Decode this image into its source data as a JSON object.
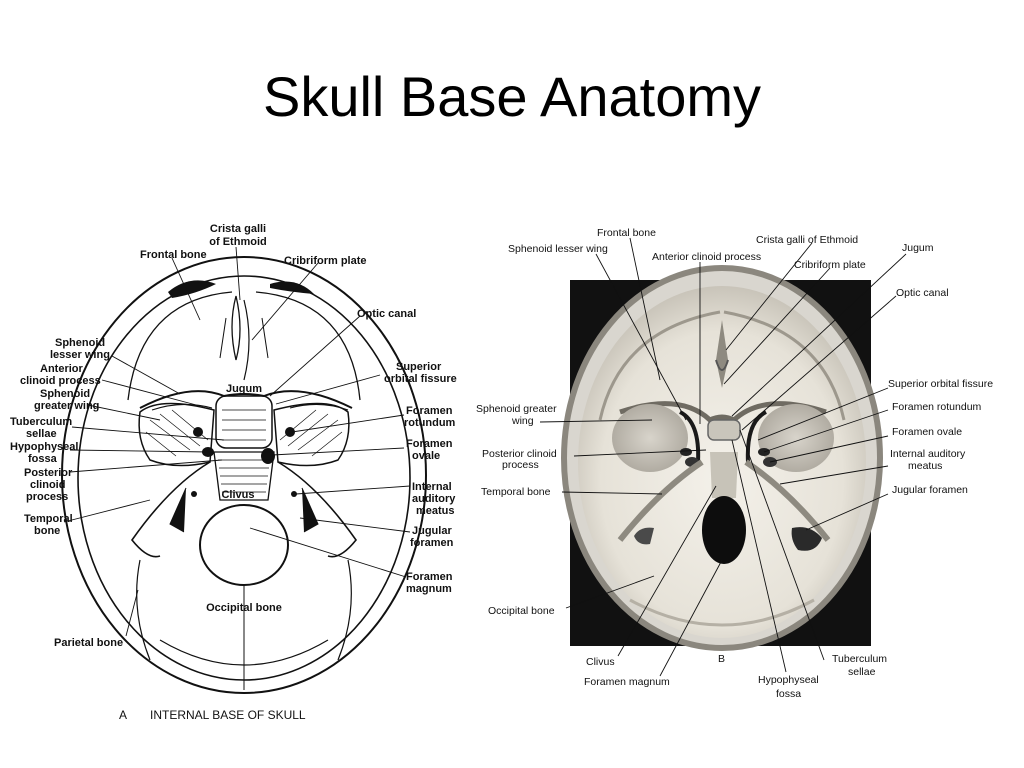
{
  "slide": {
    "title": "Skull Base Anatomy"
  },
  "figure_a": {
    "panel_letter": "A",
    "caption": "INTERNAL BASE OF SKULL",
    "labels": {
      "crista_galli_1": "Crista galli",
      "crista_galli_2": "of Ethmoid",
      "frontal_bone": "Frontal bone",
      "cribriform_plate": "Cribriform plate",
      "optic_canal": "Optic canal",
      "sphenoid_lesser_wing_1": "Sphenoid",
      "sphenoid_lesser_wing_2": "lesser wing",
      "anterior_clinoid_1": "Anterior",
      "anterior_clinoid_2": "clinoid process",
      "sphenoid_greater_wing_1": "Sphenoid",
      "sphenoid_greater_wing_2": "greater wing",
      "tuberculum_1": "Tuberculum",
      "tuberculum_2": "sellae",
      "hypophyseal_1": "Hypophyseal",
      "hypophyseal_2": "fossa",
      "posterior_clinoid_1": "Posterior",
      "posterior_clinoid_2": "clinoid",
      "posterior_clinoid_3": "process",
      "temporal_bone_1": "Temporal",
      "temporal_bone_2": "bone",
      "parietal_bone": "Parietal bone",
      "jugum": "Jugum",
      "clivus": "Clivus",
      "occipital_bone": "Occipital bone",
      "superior_orbital_1": "Superior",
      "superior_orbital_2": "orbital fissure",
      "foramen_rotundum_1": "Foramen",
      "foramen_rotundum_2": "rotundum",
      "foramen_ovale_1": "Foramen",
      "foramen_ovale_2": "ovale",
      "internal_auditory_1": "Internal",
      "internal_auditory_2": "auditory",
      "internal_auditory_3": "meatus",
      "jugular_foramen_1": "Jugular",
      "jugular_foramen_2": "foramen",
      "foramen_magnum_1": "Foramen",
      "foramen_magnum_2": "magnum"
    }
  },
  "figure_b": {
    "panel_letter": "B",
    "labels": {
      "frontal_bone": "Frontal bone",
      "sphenoid_lesser_wing": "Sphenoid lesser wing",
      "anterior_clinoid": "Anterior clinoid process",
      "crista_galli": "Crista galli of Ethmoid",
      "jugum": "Jugum",
      "cribriform_plate": "Cribriform plate",
      "optic_canal": "Optic canal",
      "sphenoid_greater_wing_1": "Sphenoid greater",
      "sphenoid_greater_wing_2": "wing",
      "superior_orbital": "Superior orbital fissure",
      "foramen_rotundum": "Foramen rotundum",
      "foramen_ovale": "Foramen ovale",
      "posterior_clinoid_1": "Posterior clinoid",
      "posterior_clinoid_2": "process",
      "internal_auditory_1": "Internal auditory",
      "internal_auditory_2": "meatus",
      "temporal_bone": "Temporal bone",
      "jugular_foramen": "Jugular foramen",
      "occipital_bone": "Occipital bone",
      "clivus": "Clivus",
      "foramen_magnum": "Foramen magnum",
      "hypophyseal_1": "Hypophyseal",
      "hypophyseal_2": "fossa",
      "tuberculum_1": "Tuberculum",
      "tuberculum_2": "sellae"
    }
  }
}
